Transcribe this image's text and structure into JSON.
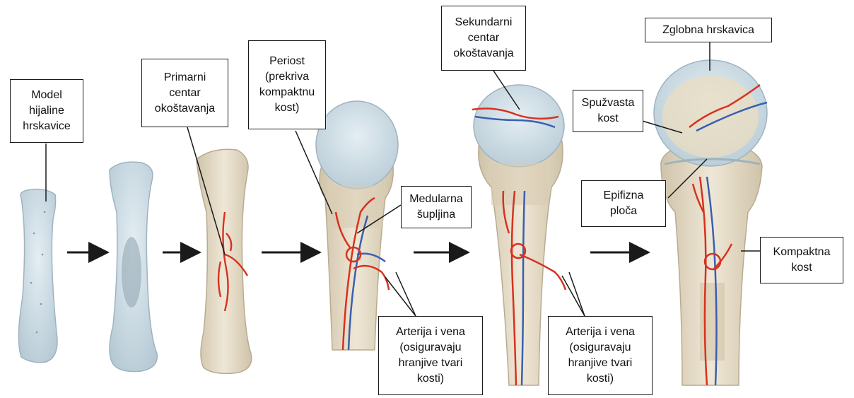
{
  "labels": {
    "model": "Model\nhijaline\nhrskavice",
    "primarni": "Primarni\ncentar\nokoštavanja",
    "periost": "Periost\n(prekriva\nkompaktnu\nkost)",
    "medularna": "Medularna\nšupljina",
    "arterija1": "Arterija i vena\n(osiguravaju\nhranjive tvari\nkosti)",
    "sekundarni": "Sekundarni\ncentar\nokoštavanja",
    "arterija2": "Arterija i vena\n(osiguravaju\nhranjive tvari\nkosti)",
    "zglobna": "Zglobna hrskavica",
    "spuzvasta": "Spužvasta\nkost",
    "epifizna": "Epifizna\nploča",
    "kompaktna": "Kompaktna\nkost"
  },
  "colors": {
    "cartilage": "#c9d8e0",
    "cartilage_edge": "#9fb3bf",
    "bone": "#e6dcc8",
    "bone_edge": "#b8ab92",
    "artery": "#d8311f",
    "vein": "#3a5fb0",
    "arrow": "#1a1a1a"
  }
}
